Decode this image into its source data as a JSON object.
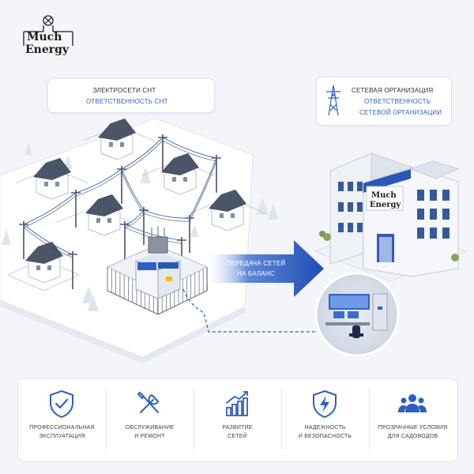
{
  "brand": {
    "line1": "Much",
    "line2": "Energy"
  },
  "left_card": {
    "title": "ЭЛЕКТРОСЕТИ СНТ",
    "subtitle": "ОТВЕТСТВЕННОСТЬ СНТ"
  },
  "right_card": {
    "title": "СЕТЕВАЯ ОРГАНИЗАЦИЯ",
    "subtitle_line1": "ОТВЕТСТВЕННОСТЬ",
    "subtitle_line2": "СЕТЕВОЙ ОРГАНИЗАЦИИ",
    "icon": "power-tower-icon"
  },
  "arrow": {
    "line1": "ПЕРЕДАЧА СЕТЕЙ",
    "line2": "НА БАЛАНС"
  },
  "building_sign": {
    "line1": "Much",
    "line2": "Energy"
  },
  "features": [
    {
      "icon": "shield-check-icon",
      "line1": "ПРОФЕССИОНАЛЬНАЯ",
      "line2": "ЭКСПЛУАТАЦИЯ"
    },
    {
      "icon": "tools-icon",
      "line1": "ОБСЛУЖИВАНИЕ",
      "line2": "И РЕМОНТ"
    },
    {
      "icon": "growth-chart-icon",
      "line1": "РАЗВИТИЕ",
      "line2": "СЕТЕЙ"
    },
    {
      "icon": "shield-bolt-icon",
      "line1": "НАДЕЖНОСТЬ",
      "line2": "И БЕЗОПАСНОСТЬ"
    },
    {
      "icon": "people-icon",
      "line1": "ПРОЗРАЧНЫЕ УСЛОВИЯ",
      "line2": "ДЛЯ САДОВОДОВ"
    }
  ],
  "colors": {
    "accent": "#2d5fc0",
    "arrow_dark": "#1f4db3",
    "arrow_light": "#e6edfa",
    "roof": "#4a5568",
    "background": "#f3f5f9"
  }
}
